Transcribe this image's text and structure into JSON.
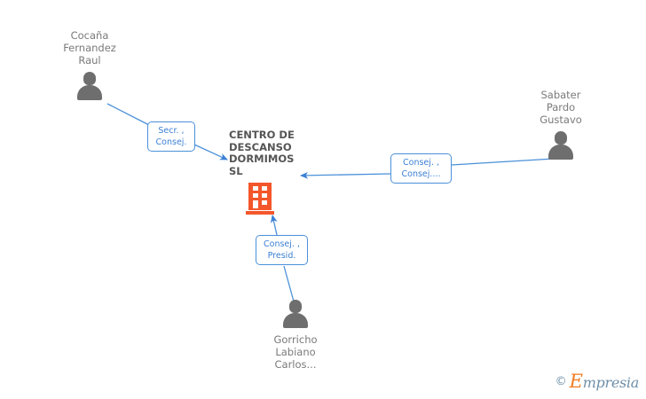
{
  "diagram": {
    "type": "corporate-relationship-graph",
    "company": {
      "name": "CENTRO DE\nDESCANSO\nDORMIMOS SL",
      "icon": "building-icon",
      "color": "#f4562b"
    },
    "accent_color": "#4a90d9",
    "person_color": "#6e6e6e",
    "people": [
      {
        "id": "cocana-fernandez-raul",
        "name": "Cocaña\nFernandez\nRaul",
        "icon": "person-icon",
        "position": "top-left"
      },
      {
        "id": "sabater-pardo-gustavo",
        "name": "Sabater\nPardo\nGustavo",
        "icon": "person-icon",
        "position": "right"
      },
      {
        "id": "gorricho-labiano-carlos",
        "name": "Gorricho\nLabiano\nCarlos...",
        "icon": "person-icon",
        "position": "bottom"
      }
    ],
    "relations": [
      {
        "id": "rel-cocana",
        "from": "cocana-fernandez-raul",
        "to": "company",
        "label": "Secr. ,\nConsej."
      },
      {
        "id": "rel-sabater",
        "from": "sabater-pardo-gustavo",
        "to": "company",
        "label": "Consej. ,\nConsej...."
      },
      {
        "id": "rel-gorricho",
        "from": "gorricho-labiano-carlos",
        "to": "company",
        "label": "Consej. ,\nPresid."
      }
    ]
  },
  "watermark": {
    "copyright": "©",
    "brand_initial": "E",
    "brand_rest": "mpresia"
  }
}
